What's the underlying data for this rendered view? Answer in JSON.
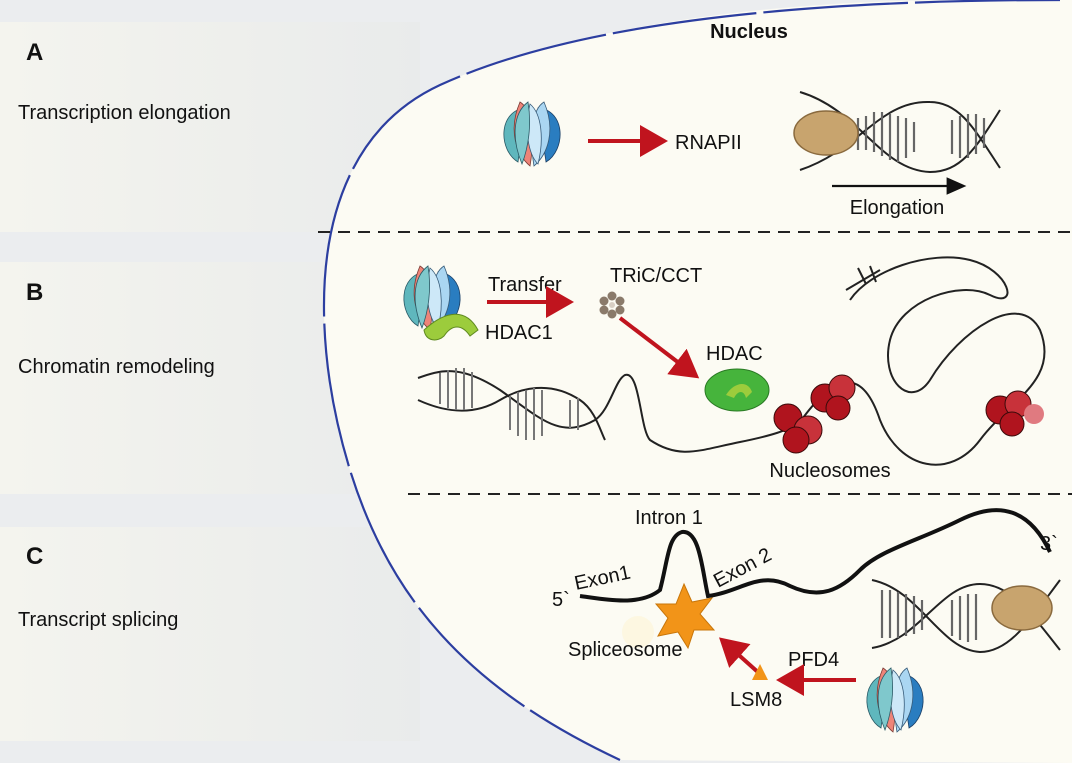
{
  "nucleus_title": "Nucleus",
  "panels": [
    {
      "letter": "A",
      "description": "Transcription elongation"
    },
    {
      "letter": "B",
      "description": "Chromatin remodeling"
    },
    {
      "letter": "C",
      "description": "Transcript splicing"
    }
  ],
  "panel_a": {
    "rnapii": "RNAPII",
    "elongation": "Elongation"
  },
  "panel_b": {
    "transfer": "Transfer",
    "tric": "TRiC/CCT",
    "hdac1": "HDAC1",
    "hdac": "HDAC",
    "nucleosomes": "Nucleosomes"
  },
  "panel_c": {
    "intron1": "Intron 1",
    "exon1": "Exon1",
    "exon2": "Exon 2",
    "five_prime": "5`",
    "three_prime": "3`",
    "spliceosome": "Spliceosome",
    "pfd4": "PFD4",
    "lsm8": "LSM8"
  },
  "colors": {
    "nucleus_fill": "#fcfbf3",
    "envelope": "#2c3ea0",
    "arrow": "#c0141e",
    "petal_teal": "#5fb7bd",
    "petal_salmon": "#ee8478",
    "petal_blue": "#aad6f2",
    "petal_dark": "#2a7dc0",
    "hdac_green": "#46b43c",
    "hdac1_green": "#9ccc3c",
    "pol_tan": "#c8a46e",
    "nucleosome_red": "#b0141e",
    "spliceosome_orange": "#f29418"
  }
}
